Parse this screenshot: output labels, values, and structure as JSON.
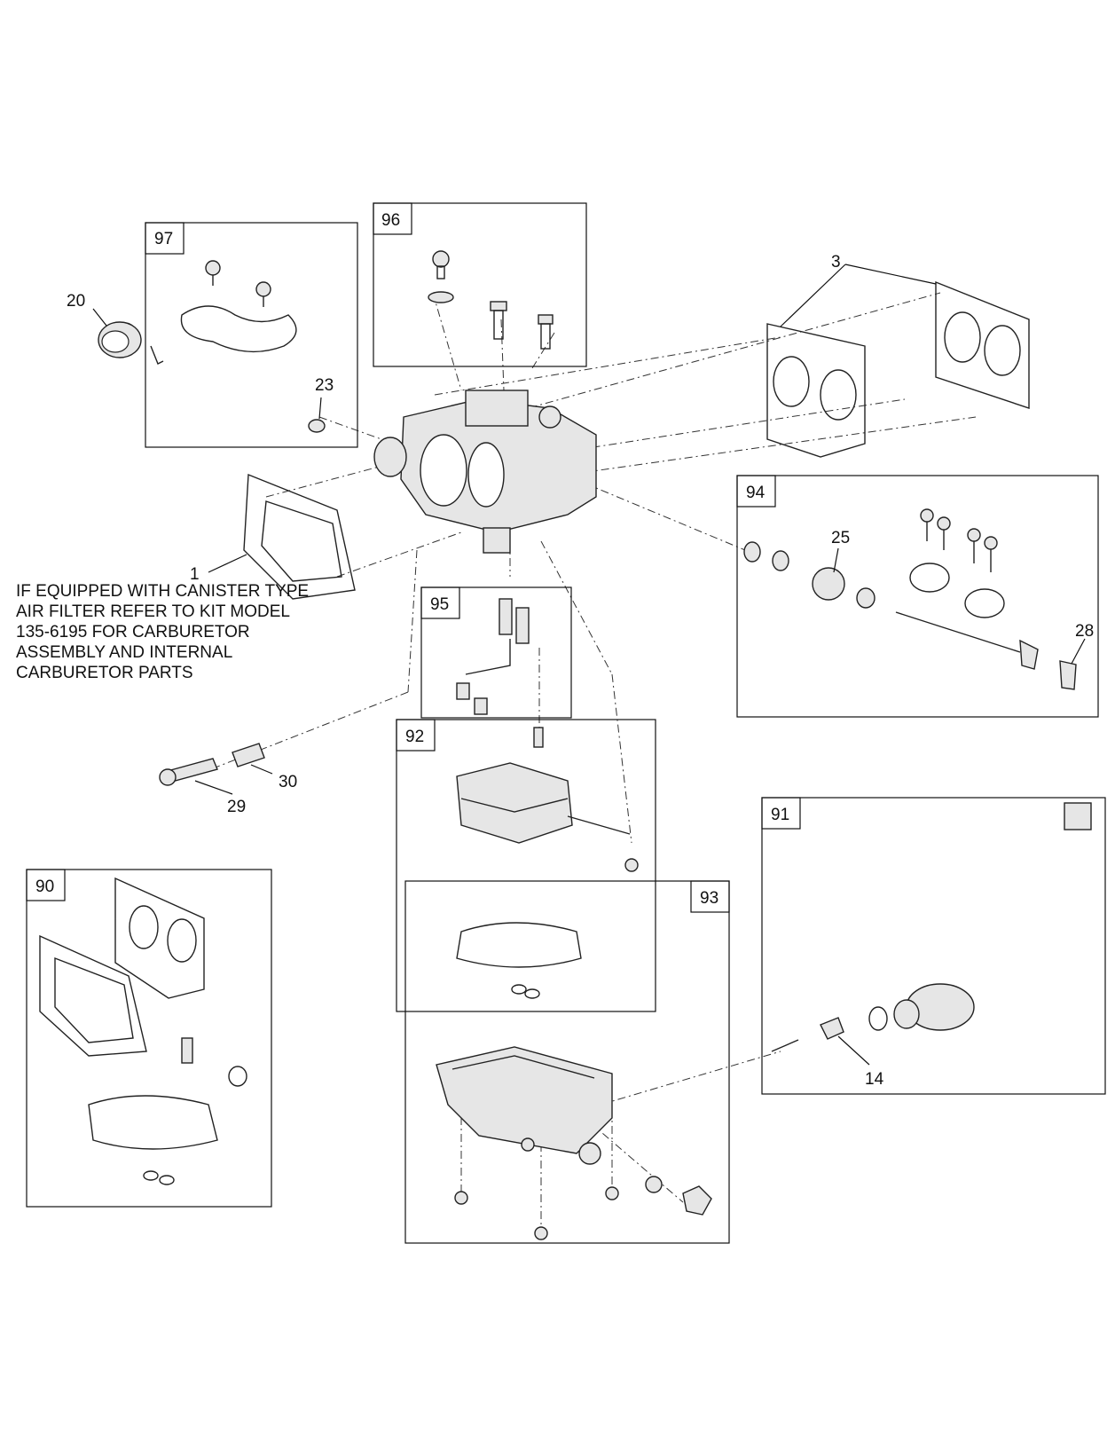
{
  "note": "IF EQUIPPED WITH  CANISTER TYPE\nAIR  FILTER REFER TO KIT MODEL\n135-6195 FOR CARBURETOR\nASSEMBLY AND INTERNAL\nCARBURETOR PARTS",
  "kits": {
    "k90": "90",
    "k91": "91",
    "k92": "92",
    "k93": "93",
    "k94": "94",
    "k95": "95",
    "k96": "96",
    "k97": "97"
  },
  "parts": {
    "p1": "1",
    "p3": "3",
    "p14": "14",
    "p20": "20",
    "p23": "23",
    "p25": "25",
    "p28": "28",
    "p29": "29",
    "p30": "30"
  }
}
